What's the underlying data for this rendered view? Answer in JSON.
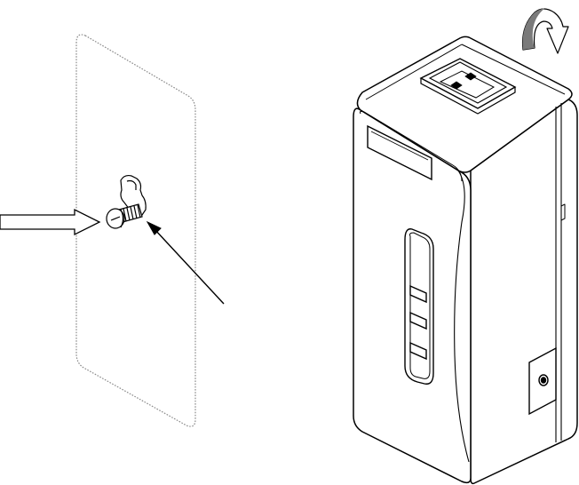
{
  "figure": {
    "kind": "installation-diagram",
    "colors": {
      "line": "#000000",
      "paper": "#ffffff",
      "wall-outline": "#8a8a8a"
    },
    "parts": [
      {
        "name": "wall-panel",
        "style": "dotted-outline"
      },
      {
        "name": "screw",
        "icon": "screw-icon"
      },
      {
        "name": "keyhole-slot",
        "icon": "keyhole-icon"
      },
      {
        "name": "push-arrow",
        "icon": "hollow-arrow-right-icon"
      },
      {
        "name": "pointer-line",
        "icon": "pointer-arrow-icon"
      },
      {
        "name": "device-enclosure",
        "icon": "device-box-icon"
      },
      {
        "name": "rj45-port",
        "icon": "ethernet-port-icon"
      },
      {
        "name": "rotate-arrow",
        "icon": "rotate-clockwise-icon"
      },
      {
        "name": "status-leds",
        "count": 3
      },
      {
        "name": "side-connector",
        "icon": "round-jack-icon"
      }
    ]
  }
}
